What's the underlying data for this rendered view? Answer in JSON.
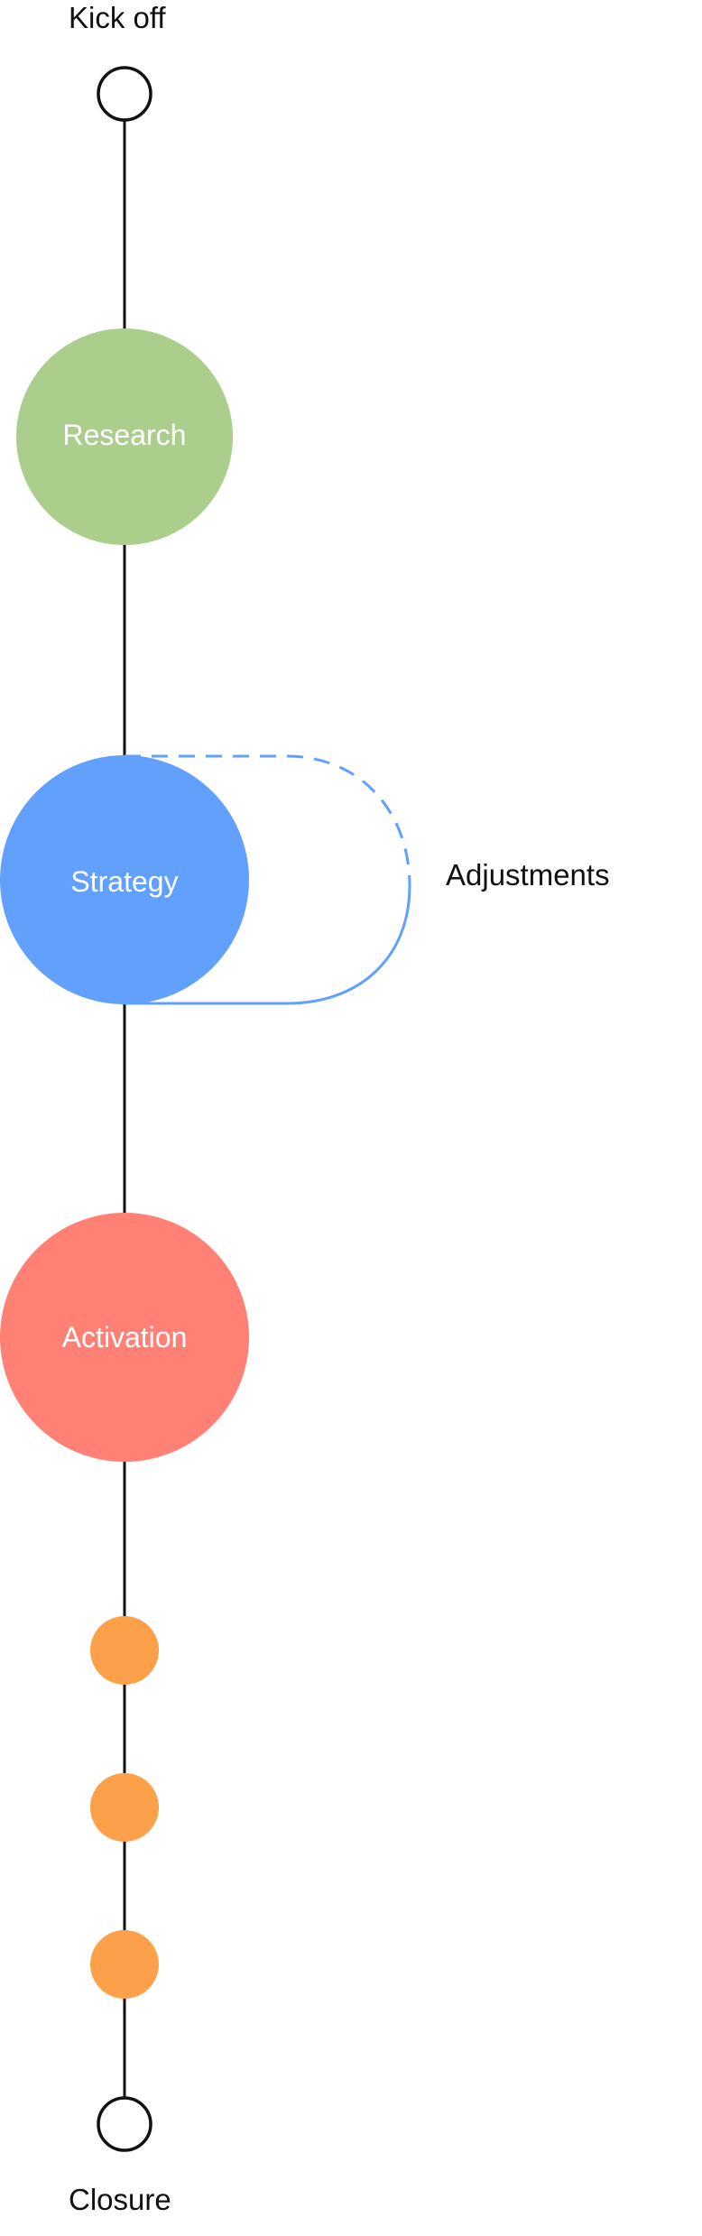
{
  "process": {
    "start_label": "Kick off",
    "end_label": "Closure",
    "stages": [
      {
        "label": "Research",
        "color": "#abce8c"
      },
      {
        "label": "Strategy",
        "color": "#62a0fd"
      },
      {
        "label": "Activation",
        "color": "#ff8176"
      }
    ],
    "loop": {
      "label": "Adjustments",
      "color": "#62a0fd"
    },
    "sub_steps": {
      "count": 3,
      "color": "#fca04a"
    },
    "line_color": "#111111"
  }
}
